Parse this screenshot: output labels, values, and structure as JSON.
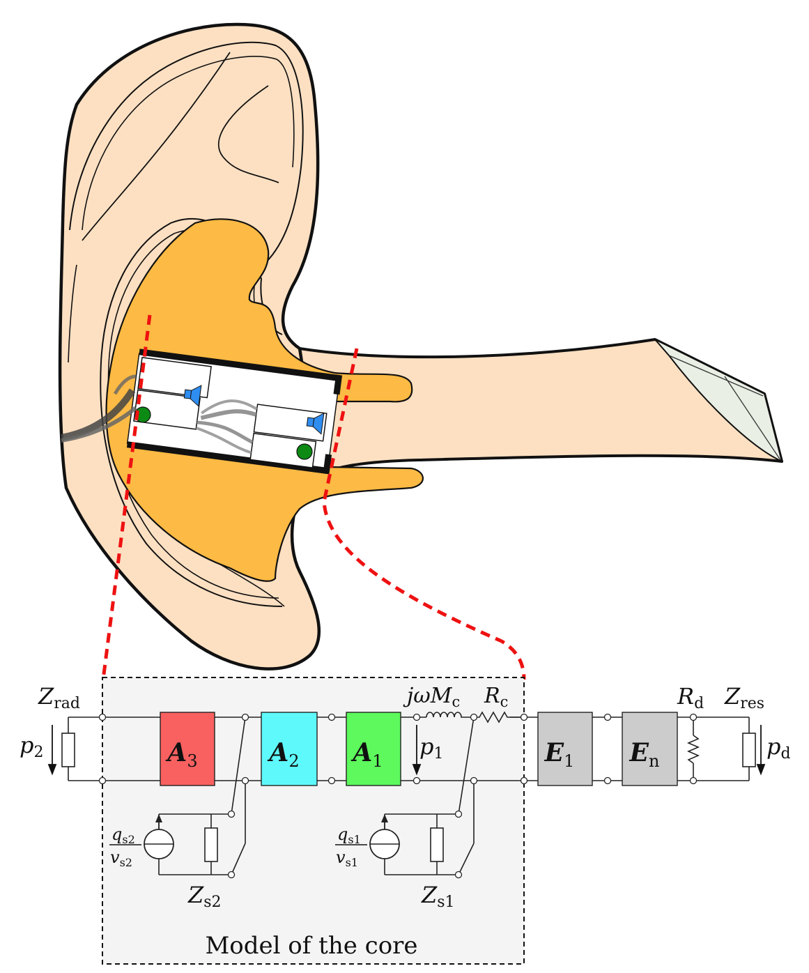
{
  "core_box": {
    "caption": "Model of the core"
  },
  "blocks": [
    {
      "id": "A3",
      "main": "A",
      "sub": "3",
      "color": "#f96060"
    },
    {
      "id": "A2",
      "main": "A",
      "sub": "2",
      "color": "#5ef9fb"
    },
    {
      "id": "A1",
      "main": "A",
      "sub": "1",
      "color": "#5df95d"
    },
    {
      "id": "E1",
      "main": "E",
      "sub": "1",
      "color": "#cccccc"
    },
    {
      "id": "En",
      "main": "E",
      "sub": "n",
      "color": "#cccccc"
    }
  ],
  "labels": {
    "z_rad": {
      "main": "Z",
      "sub": "rad"
    },
    "p2": {
      "main": "p",
      "sub": "2"
    },
    "p1": {
      "main": "p",
      "sub": "1"
    },
    "coupling": {
      "main": "jωM",
      "sub": "c"
    },
    "r_c": {
      "main": "R",
      "sub": "c"
    },
    "r_d": {
      "main": "R",
      "sub": "d"
    },
    "z_res": {
      "main": "Z",
      "sub": "res"
    },
    "p_d": {
      "main": "p",
      "sub": "d"
    },
    "z_s2": {
      "main": "Z",
      "sub": "s2"
    },
    "z_s1": {
      "main": "Z",
      "sub": "s1"
    },
    "q_s2": {
      "main": "q",
      "sub": "s2"
    },
    "v_s2": {
      "main": "v",
      "sub": "s2"
    },
    "q_s1": {
      "main": "q",
      "sub": "s1"
    },
    "v_s1": {
      "main": "v",
      "sub": "s1"
    }
  },
  "colors": {
    "skin": "#fde0c2",
    "earmold": "#fdba44",
    "core_fill": "#f4f4f4",
    "dash_red": "#ee1111",
    "speaker_blue": "#2f8df0",
    "mic_green": "#0c8a14",
    "eardrum": "#e9efe4"
  }
}
